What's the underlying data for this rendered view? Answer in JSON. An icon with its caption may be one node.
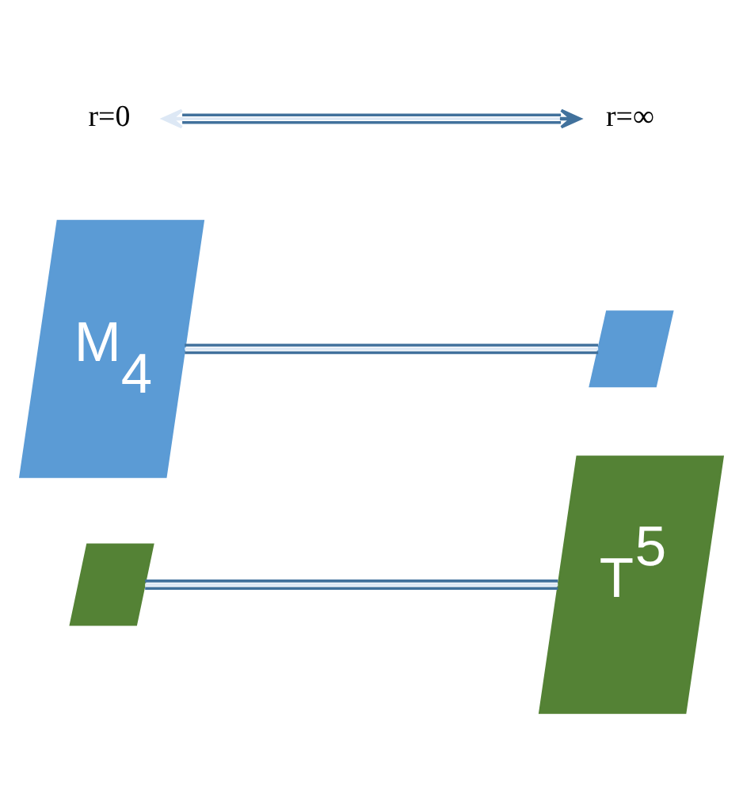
{
  "diagram": {
    "nodes": [
      {
        "text": [
          "r=0"
        ]
      },
      {
        "text": [
          "r=∞"
        ]
      },
      {
        "text": [
          "M$_{4}$"
        ]
      },
      {
        "text": [],
        "shape": "box"
      },
      {
        "text": [],
        "shape": "box"
      },
      {
        "text": [
          "T$^{5}$"
        ]
      }
    ],
    "edges": [
      {
        "from": 0,
        "to": 1,
        "arrow": "both"
      },
      {
        "from": 2,
        "to": 3,
        "arrow": "none"
      },
      {
        "from": 4,
        "to": 5,
        "arrow": "none"
      }
    ]
  }
}
